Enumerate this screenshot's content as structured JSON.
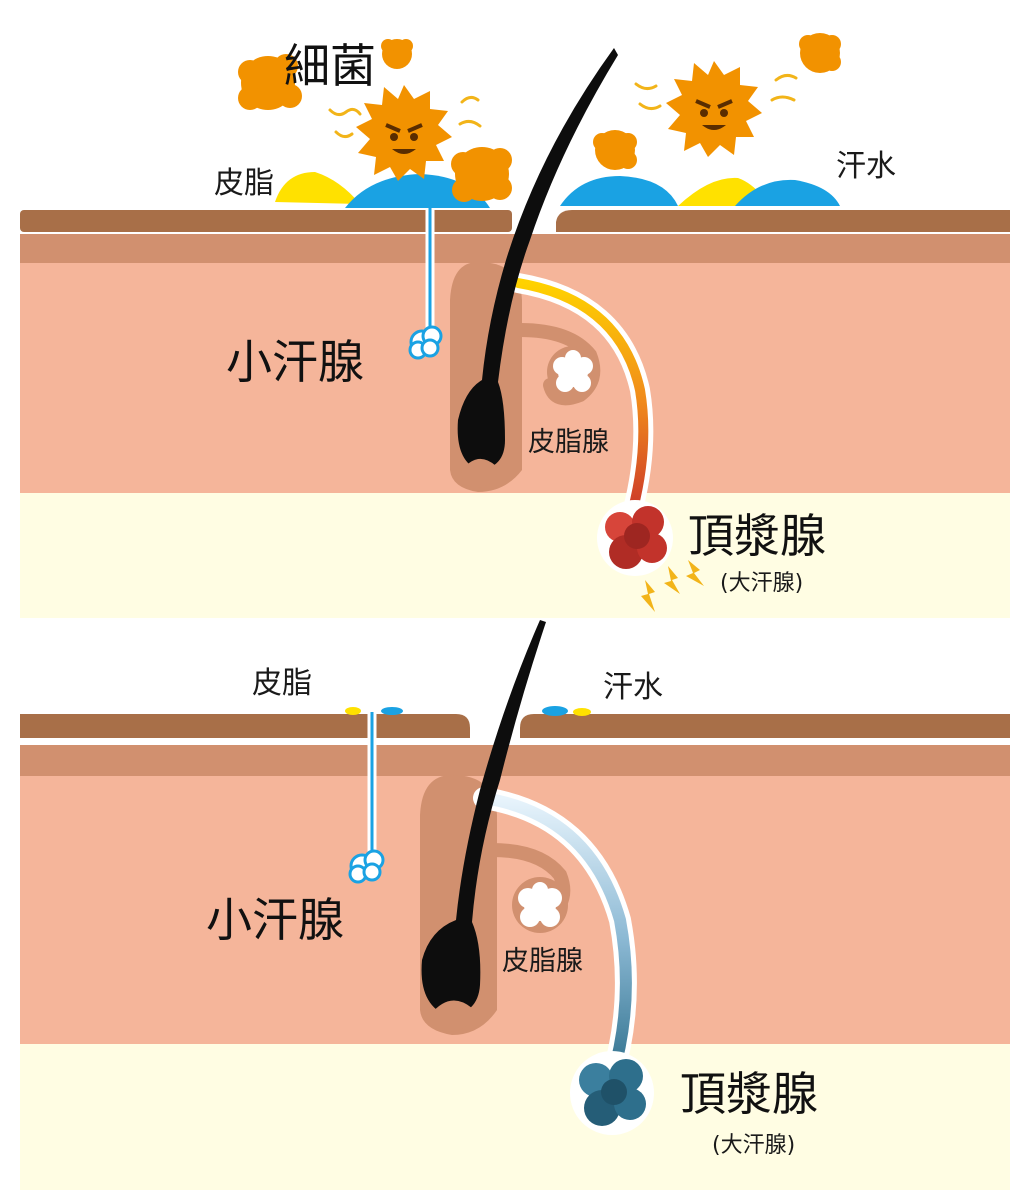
{
  "colors": {
    "skin_top": "#a86f48",
    "skin_second": "#d1906f",
    "dermis": "#f5b59a",
    "subcutis": "#fffde3",
    "hair": "#0d0d0d",
    "sebum": "#ffe100",
    "sweat": "#1aa2e3",
    "bacteria": "#f29200",
    "apocrine_active": "#c2332b",
    "apocrine_calm": "#2e6f8c"
  },
  "icons": {
    "bacteria": "germ-face-icon",
    "spark": "lightning-icon"
  },
  "top_panel": {
    "label_bacteria": "細菌",
    "label_sebum": "皮脂",
    "label_sweat": "汗水",
    "label_eccrine": "小汗腺",
    "label_sebaceous": "皮脂腺",
    "label_apocrine": "頂漿腺",
    "label_apocrine_note": "(大汗腺)"
  },
  "bottom_panel": {
    "label_sebum": "皮脂",
    "label_sweat": "汗水",
    "label_eccrine": "小汗腺",
    "label_sebaceous": "皮脂腺",
    "label_apocrine": "頂漿腺",
    "label_apocrine_note": "(大汗腺)"
  }
}
